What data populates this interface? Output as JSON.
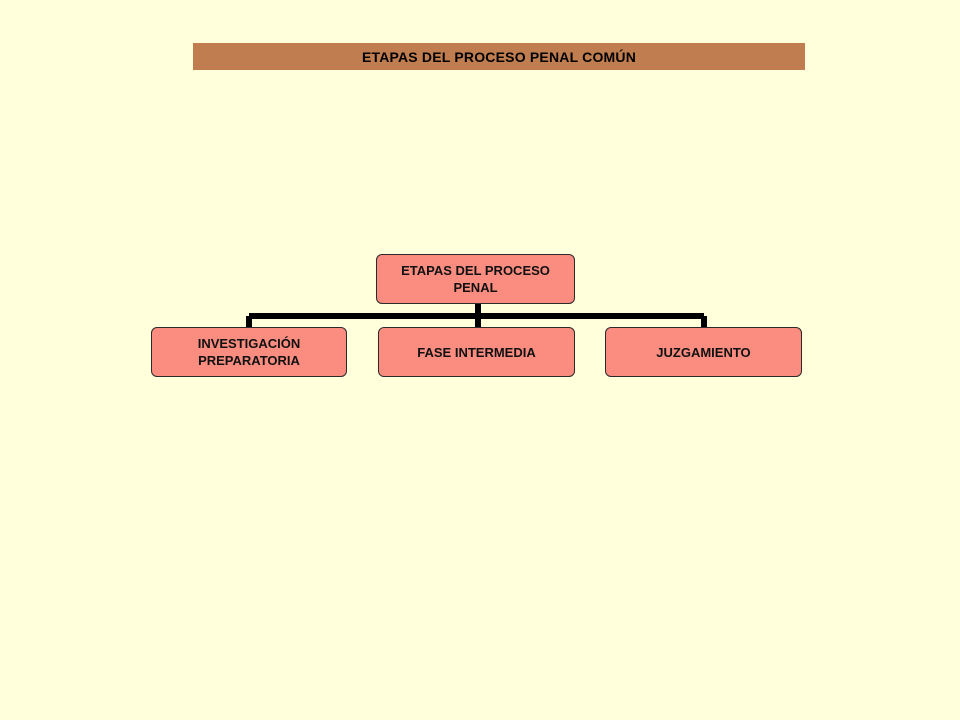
{
  "title": "ETAPAS DEL PROCESO PENAL COMÚN",
  "diagram": {
    "root": {
      "label": "ETAPAS DEL PROCESO PENAL"
    },
    "children": [
      {
        "label": "INVESTIGACIÓN PREPARATORIA"
      },
      {
        "label": "FASE INTERMEDIA"
      },
      {
        "label": "JUZGAMIENTO"
      }
    ]
  },
  "colors": {
    "background": "#ffffdc",
    "title_bar": "#c07d50",
    "node_fill": "#fb8c80",
    "connector": "#000000"
  }
}
